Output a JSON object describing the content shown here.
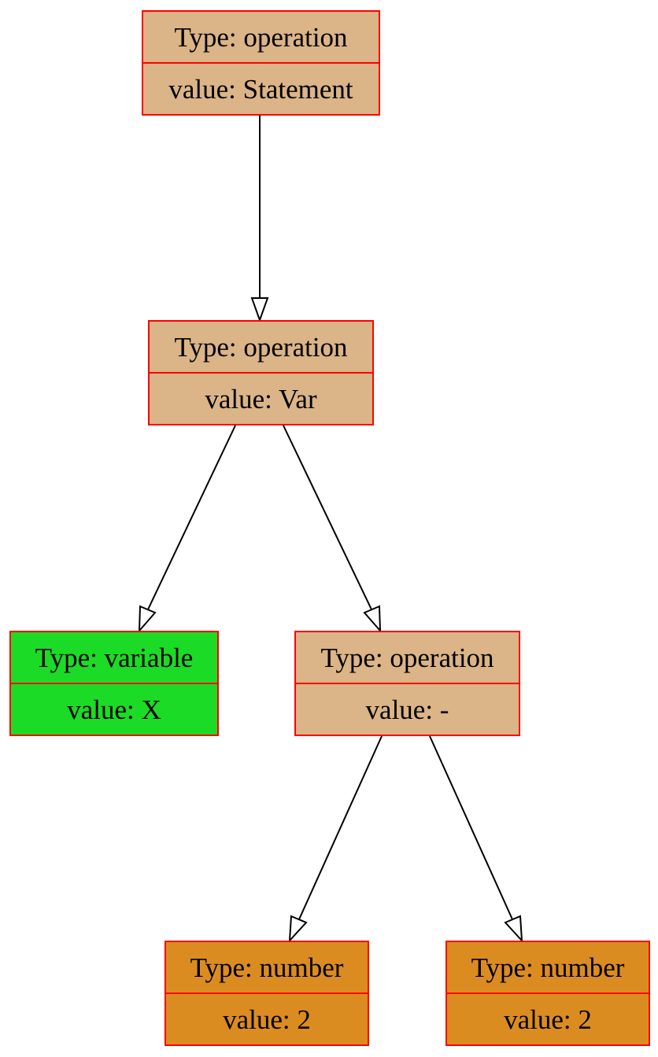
{
  "colors": {
    "operation": "#dbb487",
    "variable": "#1cdb26",
    "number": "#db8c21",
    "border": "#ff0000",
    "edge": "#000000"
  },
  "nodes": {
    "statement": {
      "kind": "operation",
      "type_label": "Type: operation",
      "value_label": "value: Statement"
    },
    "var": {
      "kind": "operation",
      "type_label": "Type: operation",
      "value_label": "value: Var"
    },
    "variable": {
      "kind": "variable",
      "type_label": "Type: variable",
      "value_label": "value: X"
    },
    "minus": {
      "kind": "operation",
      "type_label": "Type: operation",
      "value_label": "value: -"
    },
    "num_left": {
      "kind": "number",
      "type_label": "Type: number",
      "value_label": "value: 2"
    },
    "num_right": {
      "kind": "number",
      "type_label": "Type: number",
      "value_label": "value: 2"
    }
  },
  "edges": [
    {
      "from": "statement",
      "to": "var"
    },
    {
      "from": "var",
      "to": "variable"
    },
    {
      "from": "var",
      "to": "minus"
    },
    {
      "from": "minus",
      "to": "num_left"
    },
    {
      "from": "minus",
      "to": "num_right"
    }
  ]
}
